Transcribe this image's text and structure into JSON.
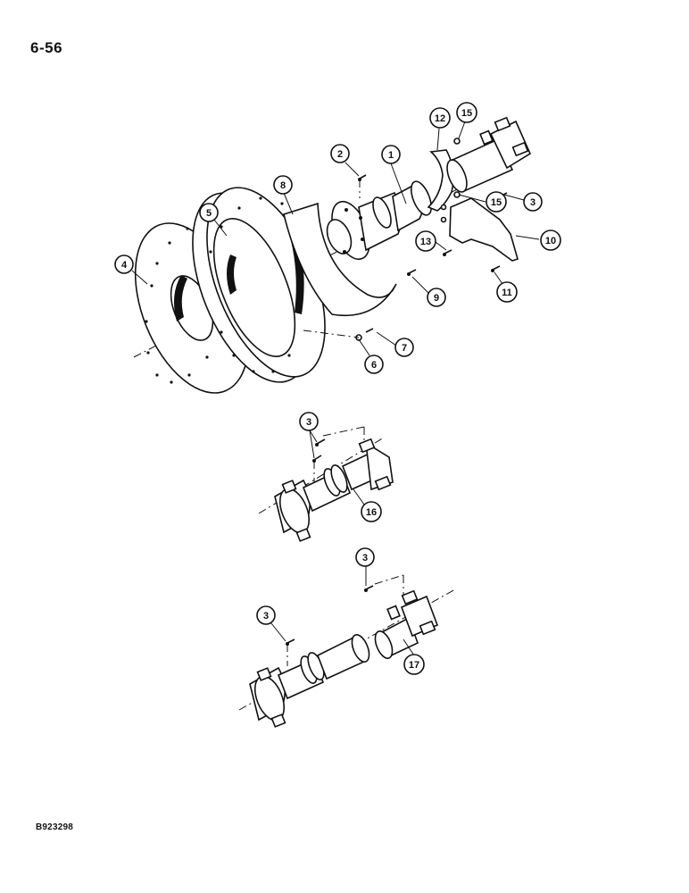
{
  "page": {
    "number": "6-56",
    "figure_code": "B923298"
  },
  "callouts": [
    {
      "id": "c1",
      "label": "1"
    },
    {
      "id": "c2",
      "label": "2"
    },
    {
      "id": "c3a",
      "label": "3"
    },
    {
      "id": "c4",
      "label": "4"
    },
    {
      "id": "c5",
      "label": "5"
    },
    {
      "id": "c6",
      "label": "6"
    },
    {
      "id": "c7",
      "label": "7"
    },
    {
      "id": "c8",
      "label": "8"
    },
    {
      "id": "c9",
      "label": "9"
    },
    {
      "id": "c10",
      "label": "10"
    },
    {
      "id": "c11",
      "label": "11"
    },
    {
      "id": "c12",
      "label": "12"
    },
    {
      "id": "c13",
      "label": "13"
    },
    {
      "id": "c15a",
      "label": "15"
    },
    {
      "id": "c15b",
      "label": "15"
    },
    {
      "id": "c3b",
      "label": "3"
    },
    {
      "id": "c16",
      "label": "16"
    },
    {
      "id": "c3c",
      "label": "3"
    },
    {
      "id": "c3d",
      "label": "3"
    },
    {
      "id": "c17",
      "label": "17"
    }
  ]
}
